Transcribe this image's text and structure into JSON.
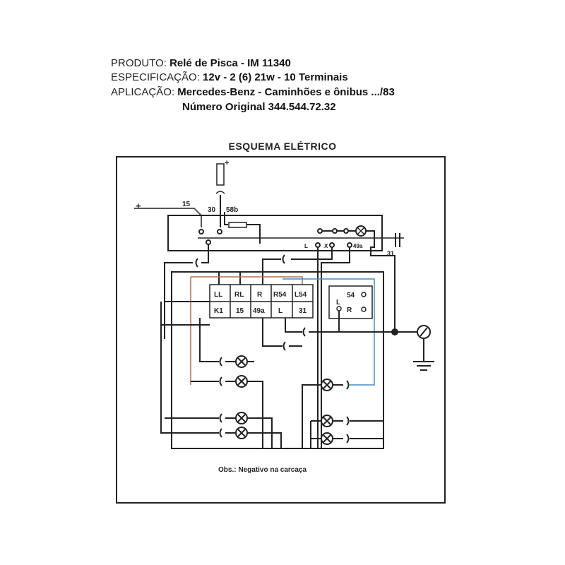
{
  "header": {
    "produto_label": "PRODUTO:",
    "produto_value": "Relé de Pisca - IM 11340",
    "spec_label": "ESPECIFICAÇÃO:",
    "spec_value": "12v - 2 (6) 21w - 10 Terminais",
    "aplic_label": "APLICAÇÃO:",
    "aplic_value": "Mercedes-Benz - Caminhões e ônibus .../83",
    "original": "Número Original 344.544.72.32"
  },
  "diagram": {
    "title": "ESQUEMA ELÉTRICO",
    "labels": {
      "plus_fuse": "+",
      "plus_feed": "+",
      "t15": "15",
      "t30": "30",
      "t58b": "58b",
      "sw_l": "L",
      "sw_x": "X",
      "sw_49a": "49a",
      "t31": "31"
    },
    "terminal_block": {
      "row1": [
        "LL",
        "RL",
        "R",
        "R54",
        "L54"
      ],
      "row2": [
        "K1",
        "15",
        "49a",
        "L",
        "31"
      ]
    },
    "aux_box": {
      "t54": "54",
      "tR": "R",
      "tL": "L"
    },
    "note": "Obs.: Negativo na carcaça",
    "colors": {
      "line": "#222222",
      "brown_wire": "#b0704a",
      "blue_wire": "#4a8ac8"
    }
  }
}
